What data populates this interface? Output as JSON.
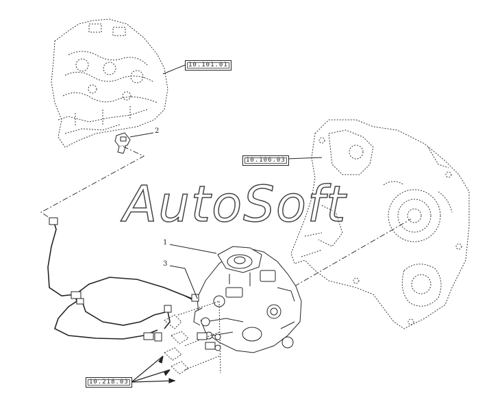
{
  "watermark": "AutoSoft",
  "references": {
    "cylinder_head": "10.101.01",
    "timing_cover": "10.106.03",
    "fittings": "10.218.03"
  },
  "callouts": {
    "pump": "1",
    "sensor": "2",
    "harness": "3"
  },
  "colors": {
    "line": "#222222",
    "dotted": "#333333",
    "background": "#ffffff"
  }
}
